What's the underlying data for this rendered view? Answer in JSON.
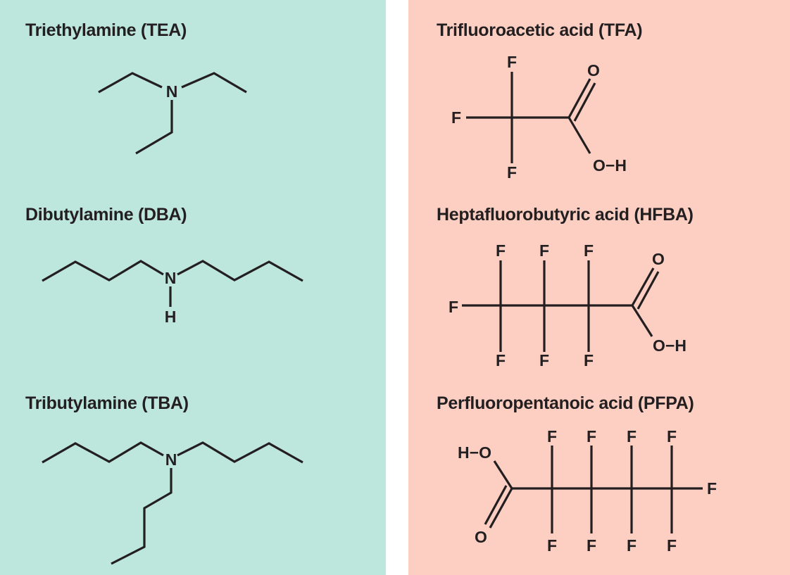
{
  "left_panel": {
    "background": "#bde6dc",
    "compounds": [
      {
        "title": "Triethylamine (TEA)",
        "atoms": {
          "nitrogen": "N"
        }
      },
      {
        "title": "Dibutylamine (DBA)",
        "atoms": {
          "nitrogen": "N",
          "hydrogen": "H"
        }
      },
      {
        "title": "Tributylamine (TBA)",
        "atoms": {
          "nitrogen": "N"
        }
      }
    ]
  },
  "right_panel": {
    "background": "#fccfc2",
    "compounds": [
      {
        "title": "Trifluoroacetic acid (TFA)",
        "atoms": {
          "fluorine": "F",
          "oxygen": "O",
          "hydroxyl": "O−H"
        }
      },
      {
        "title": "Heptafluorobutyric acid (HFBA)",
        "atoms": {
          "fluorine": "F",
          "oxygen": "O",
          "hydroxyl": "O−H"
        }
      },
      {
        "title": "Perfluoropentanoic acid (PFPA)",
        "atoms": {
          "fluorine": "F",
          "oxygen": "O",
          "hydroxyl": "H−O"
        }
      }
    ]
  }
}
